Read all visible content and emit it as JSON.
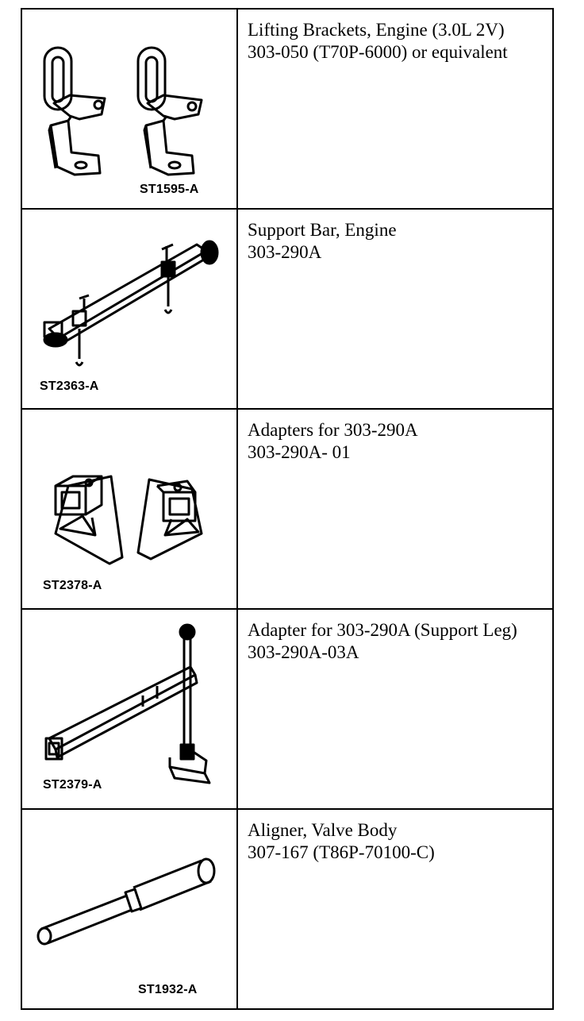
{
  "tools": [
    {
      "art_code": "ST1595-A",
      "description": [
        "Lifting Brackets, Engine (3.0L 2V)",
        "303-050 (T70P-6000) or equivalent"
      ],
      "icon": "lifting-brackets-illustration"
    },
    {
      "art_code": "ST2363-A",
      "description": [
        "Support Bar, Engine",
        "303-290A"
      ],
      "icon": "support-bar-illustration"
    },
    {
      "art_code": "ST2378-A",
      "description": [
        "Adapters for 303-290A",
        "303-290A- 01"
      ],
      "icon": "adapters-illustration"
    },
    {
      "art_code": "ST2379-A",
      "description": [
        "Adapter for 303-290A (Support Leg)",
        "303-290A-03A"
      ],
      "icon": "support-leg-adapter-illustration"
    },
    {
      "art_code": "ST1932-A",
      "description": [
        "Aligner, Valve Body",
        "307-167 (T86P-70100-C)"
      ],
      "icon": "valve-body-aligner-illustration"
    }
  ]
}
